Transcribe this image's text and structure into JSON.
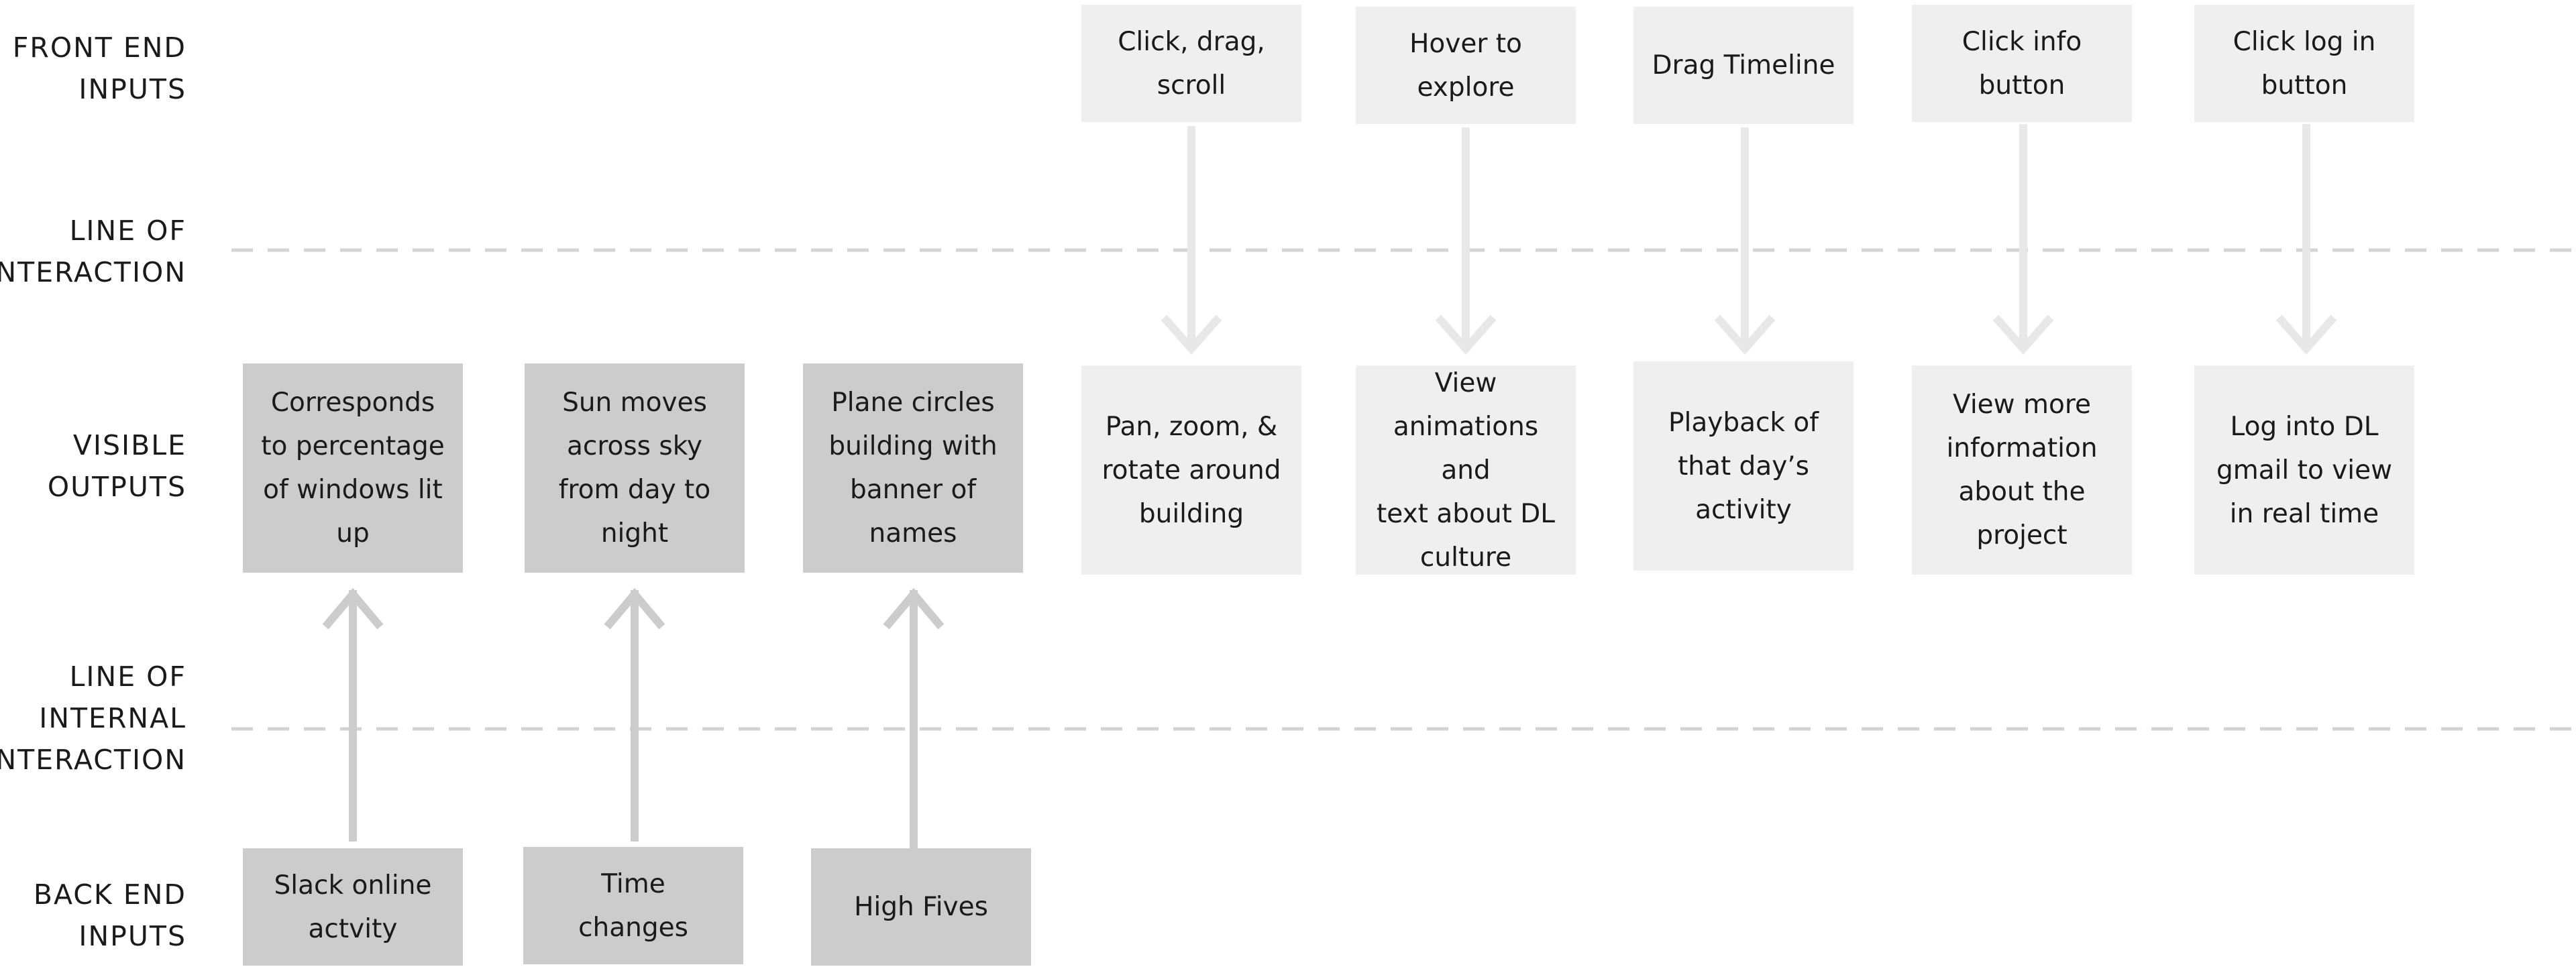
{
  "colors": {
    "light_box": "#efefef",
    "dark_box": "#cccccc",
    "light_arrow": "#e8e8e8",
    "dark_arrow": "#cccccc",
    "dashed_line": "#d3d3d3",
    "text": "#1a1a1a"
  },
  "row_labels": {
    "front_end_inputs": "FRONT END\nINPUTS",
    "line_of_interaction": "LINE OF\nINTERACTION",
    "visible_outputs": "VISIBLE\nOUTPUTS",
    "line_of_internal_interaction": "LINE OF\nINTERNAL\nINTERACTION",
    "back_end_inputs": "BACK END\nINPUTS"
  },
  "front_end_inputs": [
    "Click, drag,\nscroll",
    "Hover to\nexplore",
    "Drag Timeline",
    "Click info\nbutton",
    "Click log in\nbutton"
  ],
  "visible_outputs": [
    "Corresponds\nto percentage\nof windows lit\nup",
    "Sun moves\nacross sky\nfrom day to\nnight",
    "Plane circles\nbuilding with\nbanner of\nnames",
    "Pan, zoom, &\nrotate around\nbuilding",
    "View\nanimations and\ntext about DL\nculture",
    "Playback of\nthat day’s\nactivity",
    "View more\ninformation\nabout the\nproject",
    "Log into DL\ngmail to view\nin real time"
  ],
  "back_end_inputs": [
    "Slack online\nactvity",
    "Time\nchanges",
    "High Fives"
  ]
}
